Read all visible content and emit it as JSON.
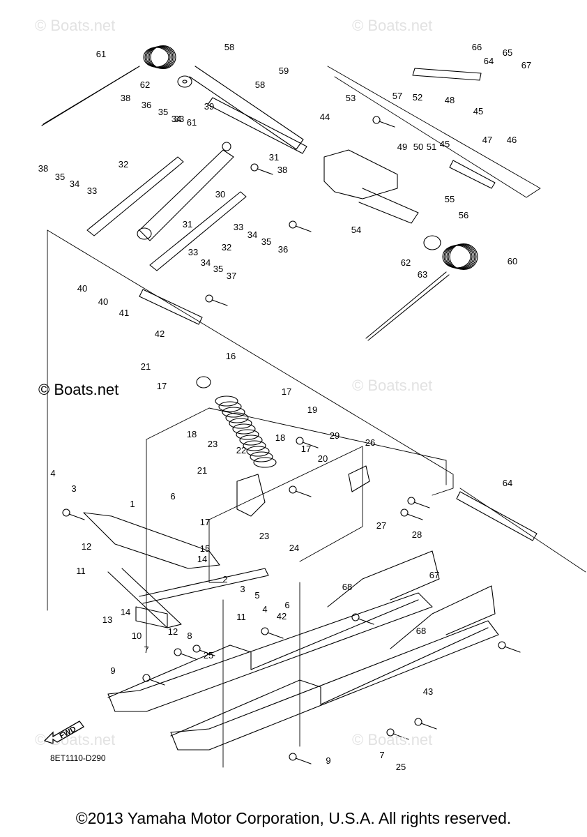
{
  "watermarks": {
    "text": "© Boats.net",
    "strong_text": "© Boats.net"
  },
  "diagram_code": "8ET1110-D290",
  "fwd_label": "FWD",
  "copyright": "©2013 Yamaha Motor Corporation, U.S.A. All rights reserved.",
  "callouts": [
    "1",
    "2",
    "3",
    "3",
    "4",
    "4",
    "5",
    "6",
    "6",
    "7",
    "7",
    "8",
    "9",
    "9",
    "10",
    "11",
    "11",
    "12",
    "12",
    "13",
    "14",
    "14",
    "15",
    "16",
    "17",
    "17",
    "17",
    "17",
    "18",
    "18",
    "19",
    "20",
    "21",
    "21",
    "22",
    "23",
    "23",
    "24",
    "25",
    "25",
    "26",
    "27",
    "28",
    "29",
    "30",
    "31",
    "31",
    "32",
    "32",
    "33",
    "33",
    "33",
    "33",
    "34",
    "34",
    "34",
    "34",
    "35",
    "35",
    "35",
    "35",
    "36",
    "36",
    "37",
    "38",
    "38",
    "38",
    "39",
    "40",
    "40",
    "41",
    "42",
    "42",
    "43",
    "44",
    "45",
    "45",
    "46",
    "47",
    "48",
    "49",
    "50",
    "51",
    "52",
    "53",
    "54",
    "55",
    "56",
    "57",
    "58",
    "58",
    "59",
    "60",
    "61",
    "61",
    "62",
    "62",
    "63",
    "64",
    "64",
    "65",
    "66",
    "67",
    "67",
    "68",
    "68"
  ],
  "colors": {
    "line": "#000000",
    "watermark": "#e2e2e2",
    "background": "#ffffff"
  }
}
